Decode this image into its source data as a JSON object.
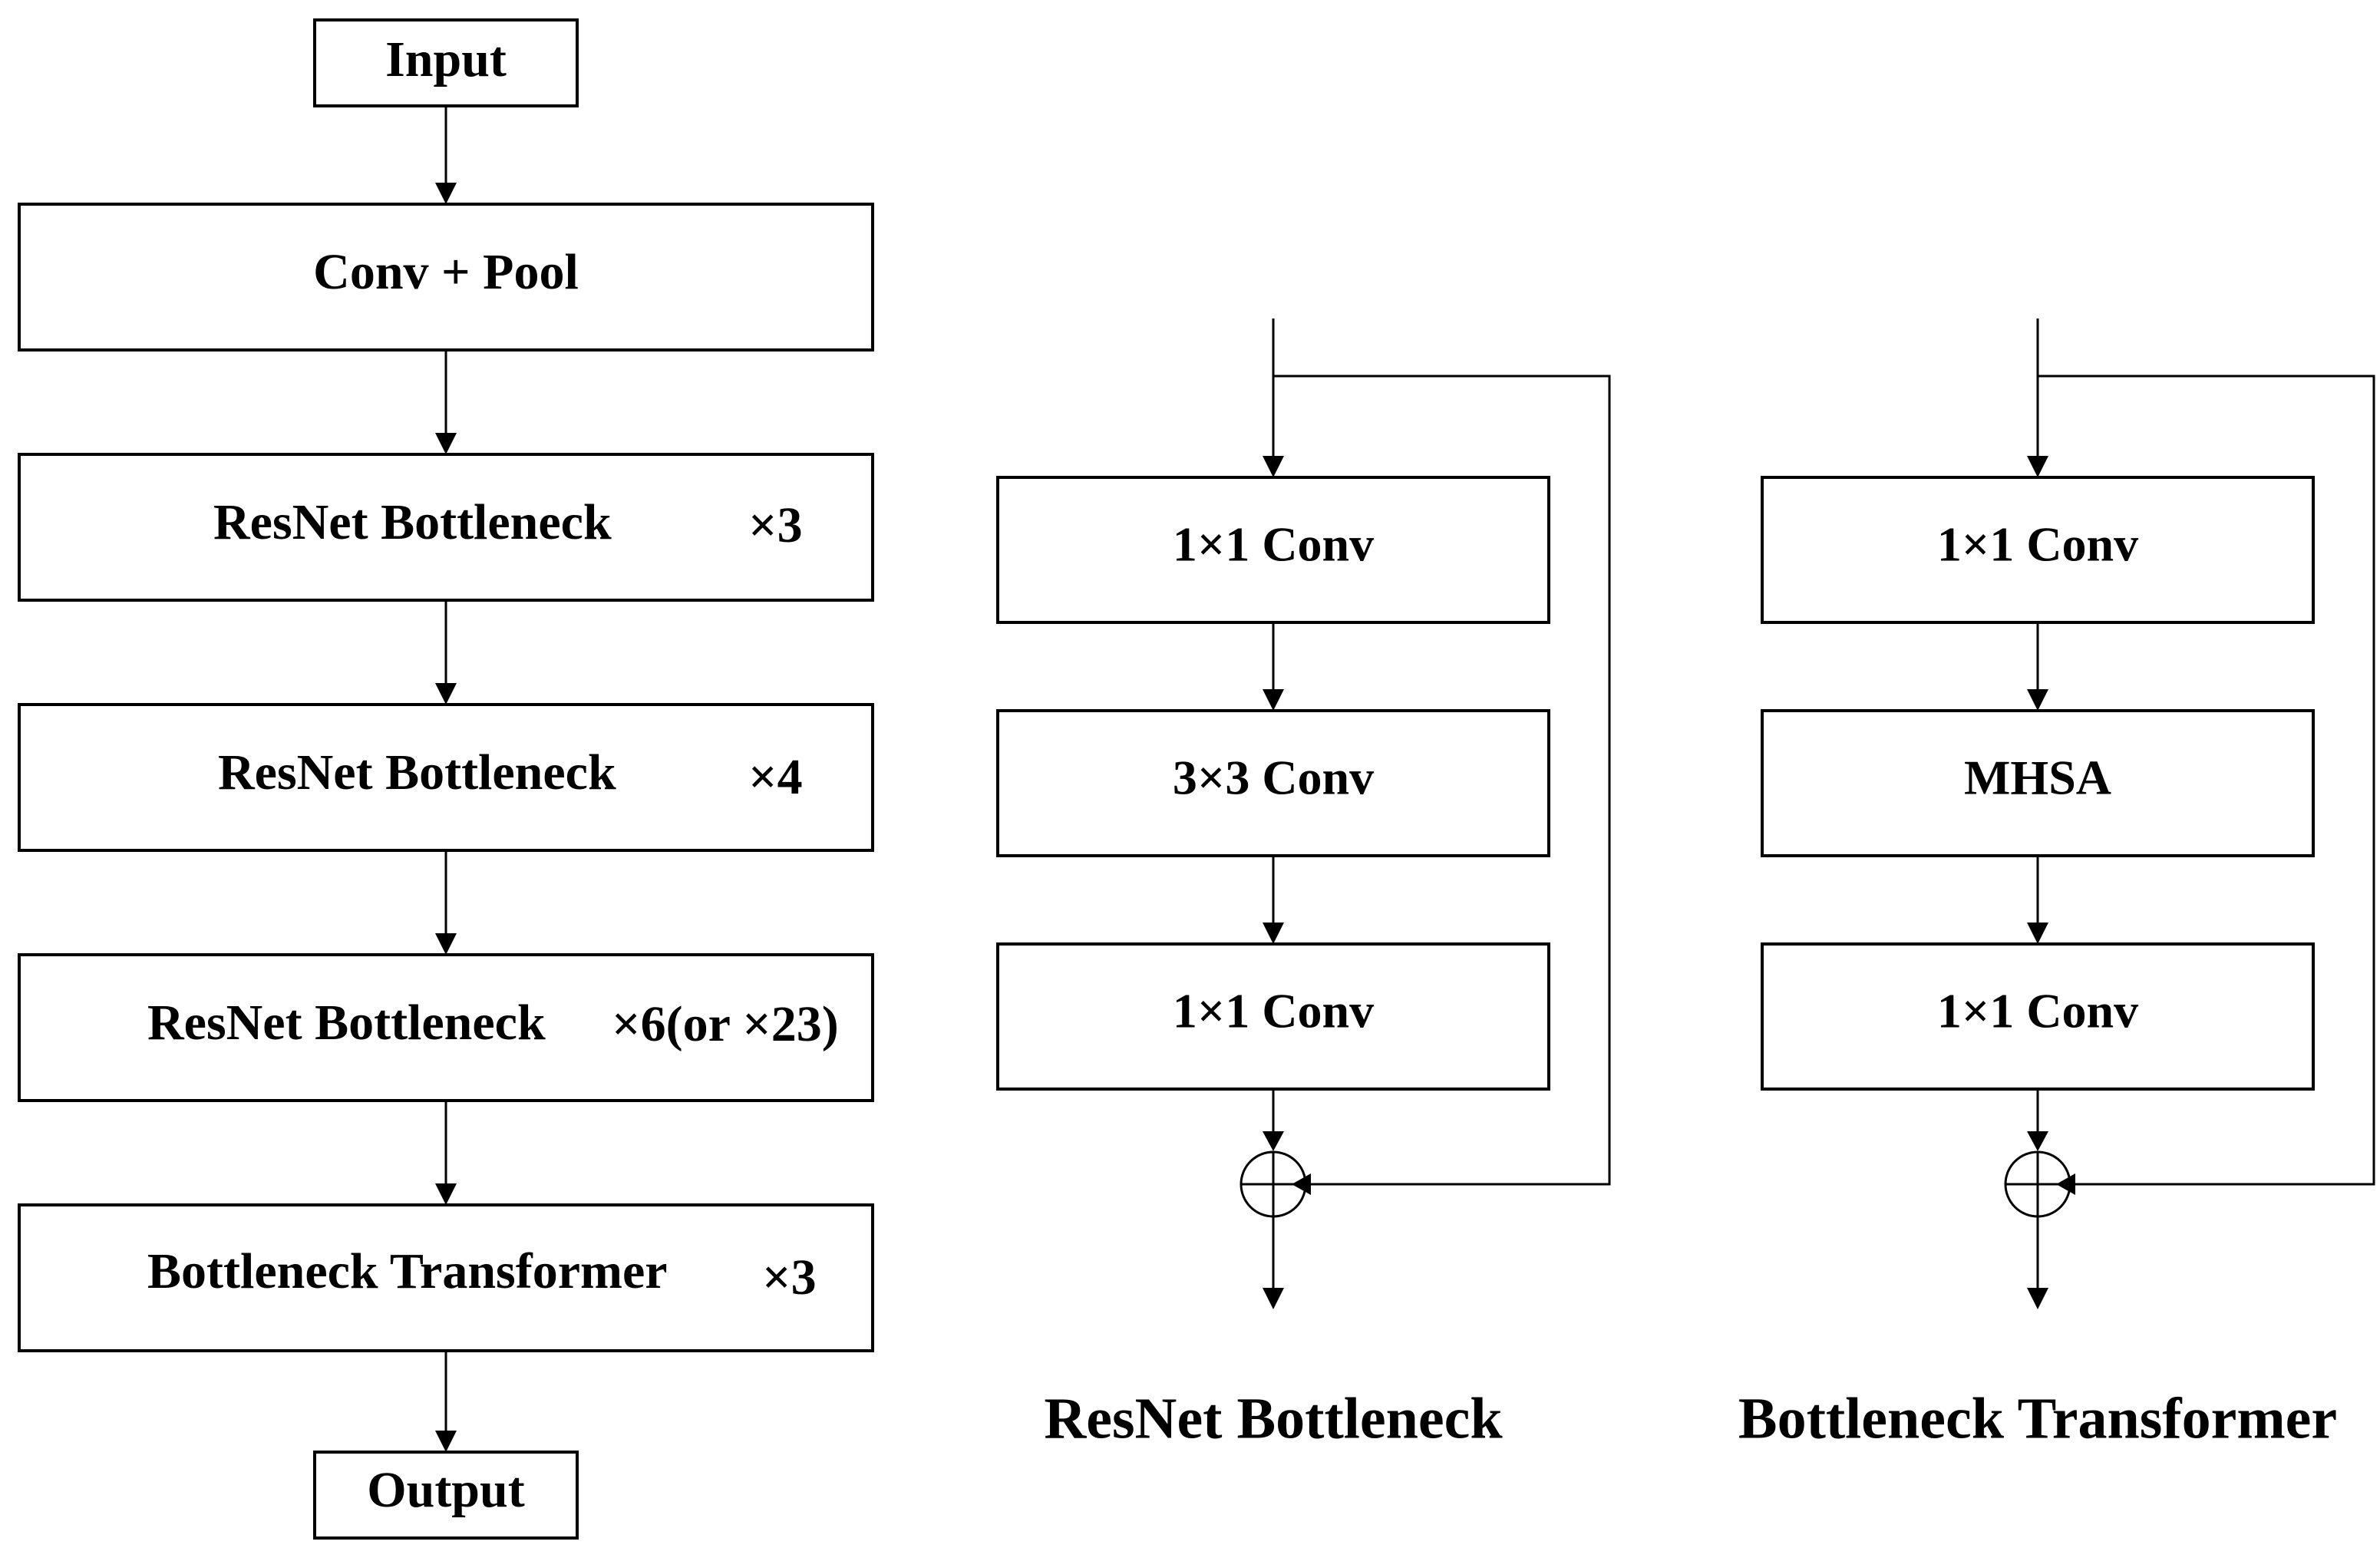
{
  "main_flow": {
    "input": "Input",
    "conv_pool": "Conv + Pool",
    "stage1": {
      "label": "ResNet Bottleneck",
      "repeat": "×3"
    },
    "stage2": {
      "label": "ResNet Bottleneck",
      "repeat": "×4"
    },
    "stage3": {
      "label": "ResNet Bottleneck",
      "repeat": "×6(or ×23)"
    },
    "stage4": {
      "label": "Bottleneck Transformer",
      "repeat": "×3"
    },
    "output": "Output"
  },
  "resnet_block": {
    "layers": [
      "1×1 Conv",
      "3×3 Conv",
      "1×1 Conv"
    ],
    "caption": "ResNet Bottleneck"
  },
  "transformer_block": {
    "layers": [
      "1×1 Conv",
      "MHSA",
      "1×1 Conv"
    ],
    "caption": "Bottleneck Transformer"
  },
  "colors": {
    "stroke": "#000000",
    "fill": "#ffffff",
    "text": "#000000"
  }
}
